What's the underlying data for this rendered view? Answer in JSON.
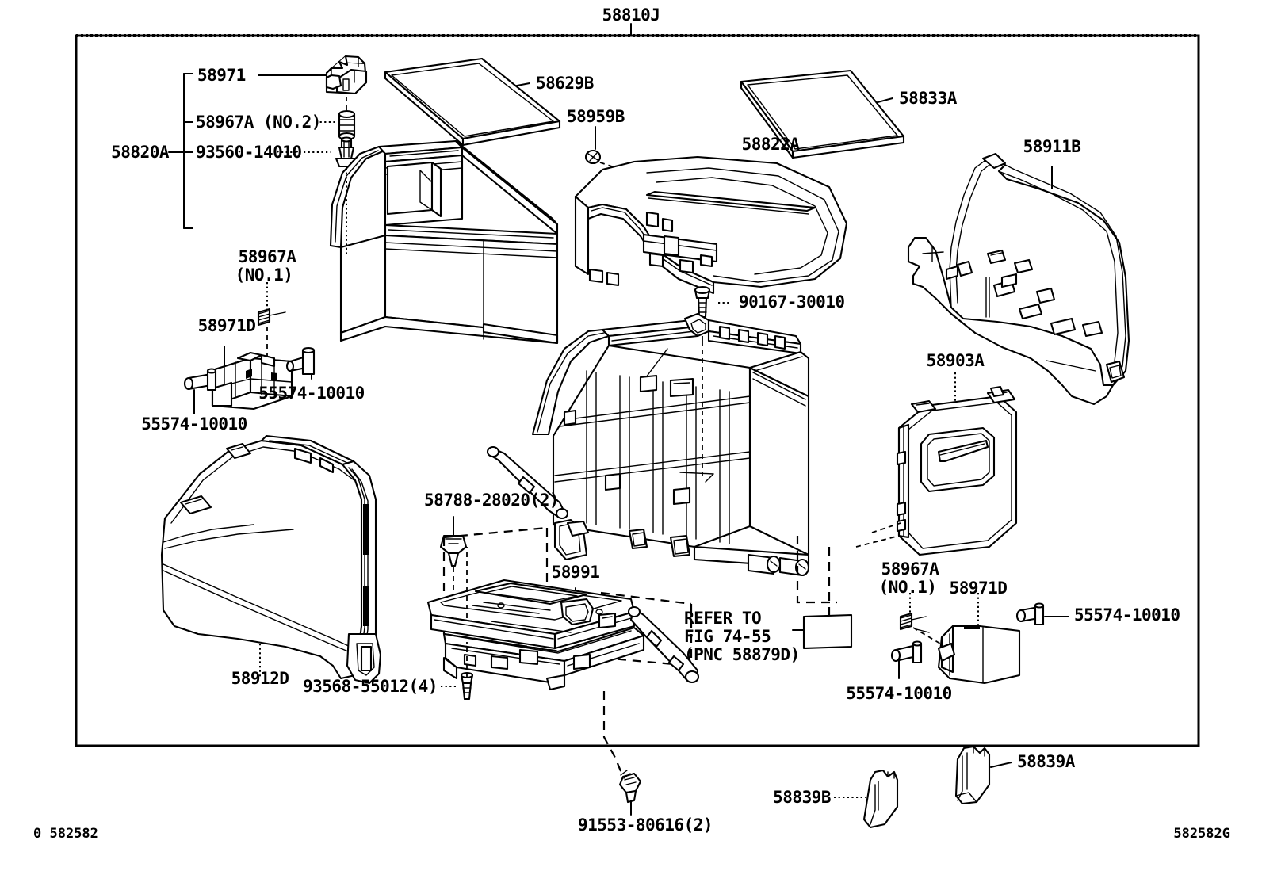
{
  "diagram": {
    "title_code": "58810J",
    "footer_left": "0 582582",
    "footer_right": "582582G",
    "note_refer": {
      "line1": "REFER TO",
      "line2": "FIG 74-55",
      "line3": "(PNC 58879D)"
    },
    "group_bracket_label": "58820A",
    "labels": [
      {
        "id": "title",
        "text": "58810J"
      },
      {
        "id": "l58971",
        "text": "58971"
      },
      {
        "id": "l58967A2",
        "text": "58967A (NO.2)"
      },
      {
        "id": "l93560",
        "text": "93560-14010"
      },
      {
        "id": "l58820A",
        "text": "58820A"
      },
      {
        "id": "l58629B",
        "text": "58629B"
      },
      {
        "id": "l58959B",
        "text": "58959B"
      },
      {
        "id": "l58822A",
        "text": "58822A"
      },
      {
        "id": "l58833A",
        "text": "58833A"
      },
      {
        "id": "l58911B",
        "text": "58911B"
      },
      {
        "id": "l58967A1a",
        "text": "58967A"
      },
      {
        "id": "l58967A1a_sub",
        "text": "(NO.1)"
      },
      {
        "id": "l58971Da",
        "text": "58971D"
      },
      {
        "id": "l55574a",
        "text": "55574-10010"
      },
      {
        "id": "l55574b",
        "text": "55574-10010"
      },
      {
        "id": "l90167",
        "text": "90167-30010"
      },
      {
        "id": "l58903A",
        "text": "58903A"
      },
      {
        "id": "l58912D",
        "text": "58912D"
      },
      {
        "id": "l58788",
        "text": "58788-28020(2)"
      },
      {
        "id": "l58991",
        "text": "58991"
      },
      {
        "id": "l93568",
        "text": "93568-55012(4)"
      },
      {
        "id": "l91553",
        "text": "91553-80616(2)"
      },
      {
        "id": "l58967A1b",
        "text": "58967A"
      },
      {
        "id": "l58967A1b_sub",
        "text": "(NO.1)"
      },
      {
        "id": "l58971Db",
        "text": "58971D"
      },
      {
        "id": "l55574c",
        "text": "55574-10010"
      },
      {
        "id": "l55574d",
        "text": "55574-10010"
      },
      {
        "id": "l58839B",
        "text": "58839B"
      },
      {
        "id": "l58839A",
        "text": "58839A"
      }
    ],
    "colors": {
      "ink": "#000000",
      "paper": "#ffffff"
    }
  }
}
